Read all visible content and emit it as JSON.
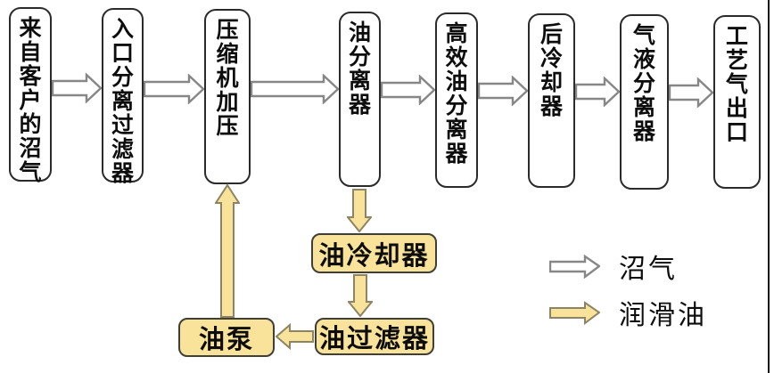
{
  "colors": {
    "oil-fill": "#F9E39A",
    "oil-box-border": "#3f3f38",
    "oil-arrow-border": "#8c8464",
    "gas-fill": "#ffffff",
    "gas-arrow-border": "#878787",
    "stage-box-border": "#2b2b2b",
    "text-color": "#0d0d0d"
  },
  "flow": {
    "stages": [
      {
        "label": "来自客户的沼气"
      },
      {
        "label": "入口分离过滤器"
      },
      {
        "label": "压缩机加压"
      },
      {
        "label": "油分离器"
      },
      {
        "label": "高效油分离器"
      },
      {
        "label": "后冷却器"
      },
      {
        "label": "气液分离器"
      },
      {
        "label": "工艺气出口"
      }
    ],
    "oil_loop": {
      "oil_cooler": "油冷却器",
      "oil_filter": "油过滤器",
      "oil_pump": "油泵"
    }
  },
  "legend": {
    "biogas_label": "沼气",
    "lube_oil_label": "润滑油"
  }
}
